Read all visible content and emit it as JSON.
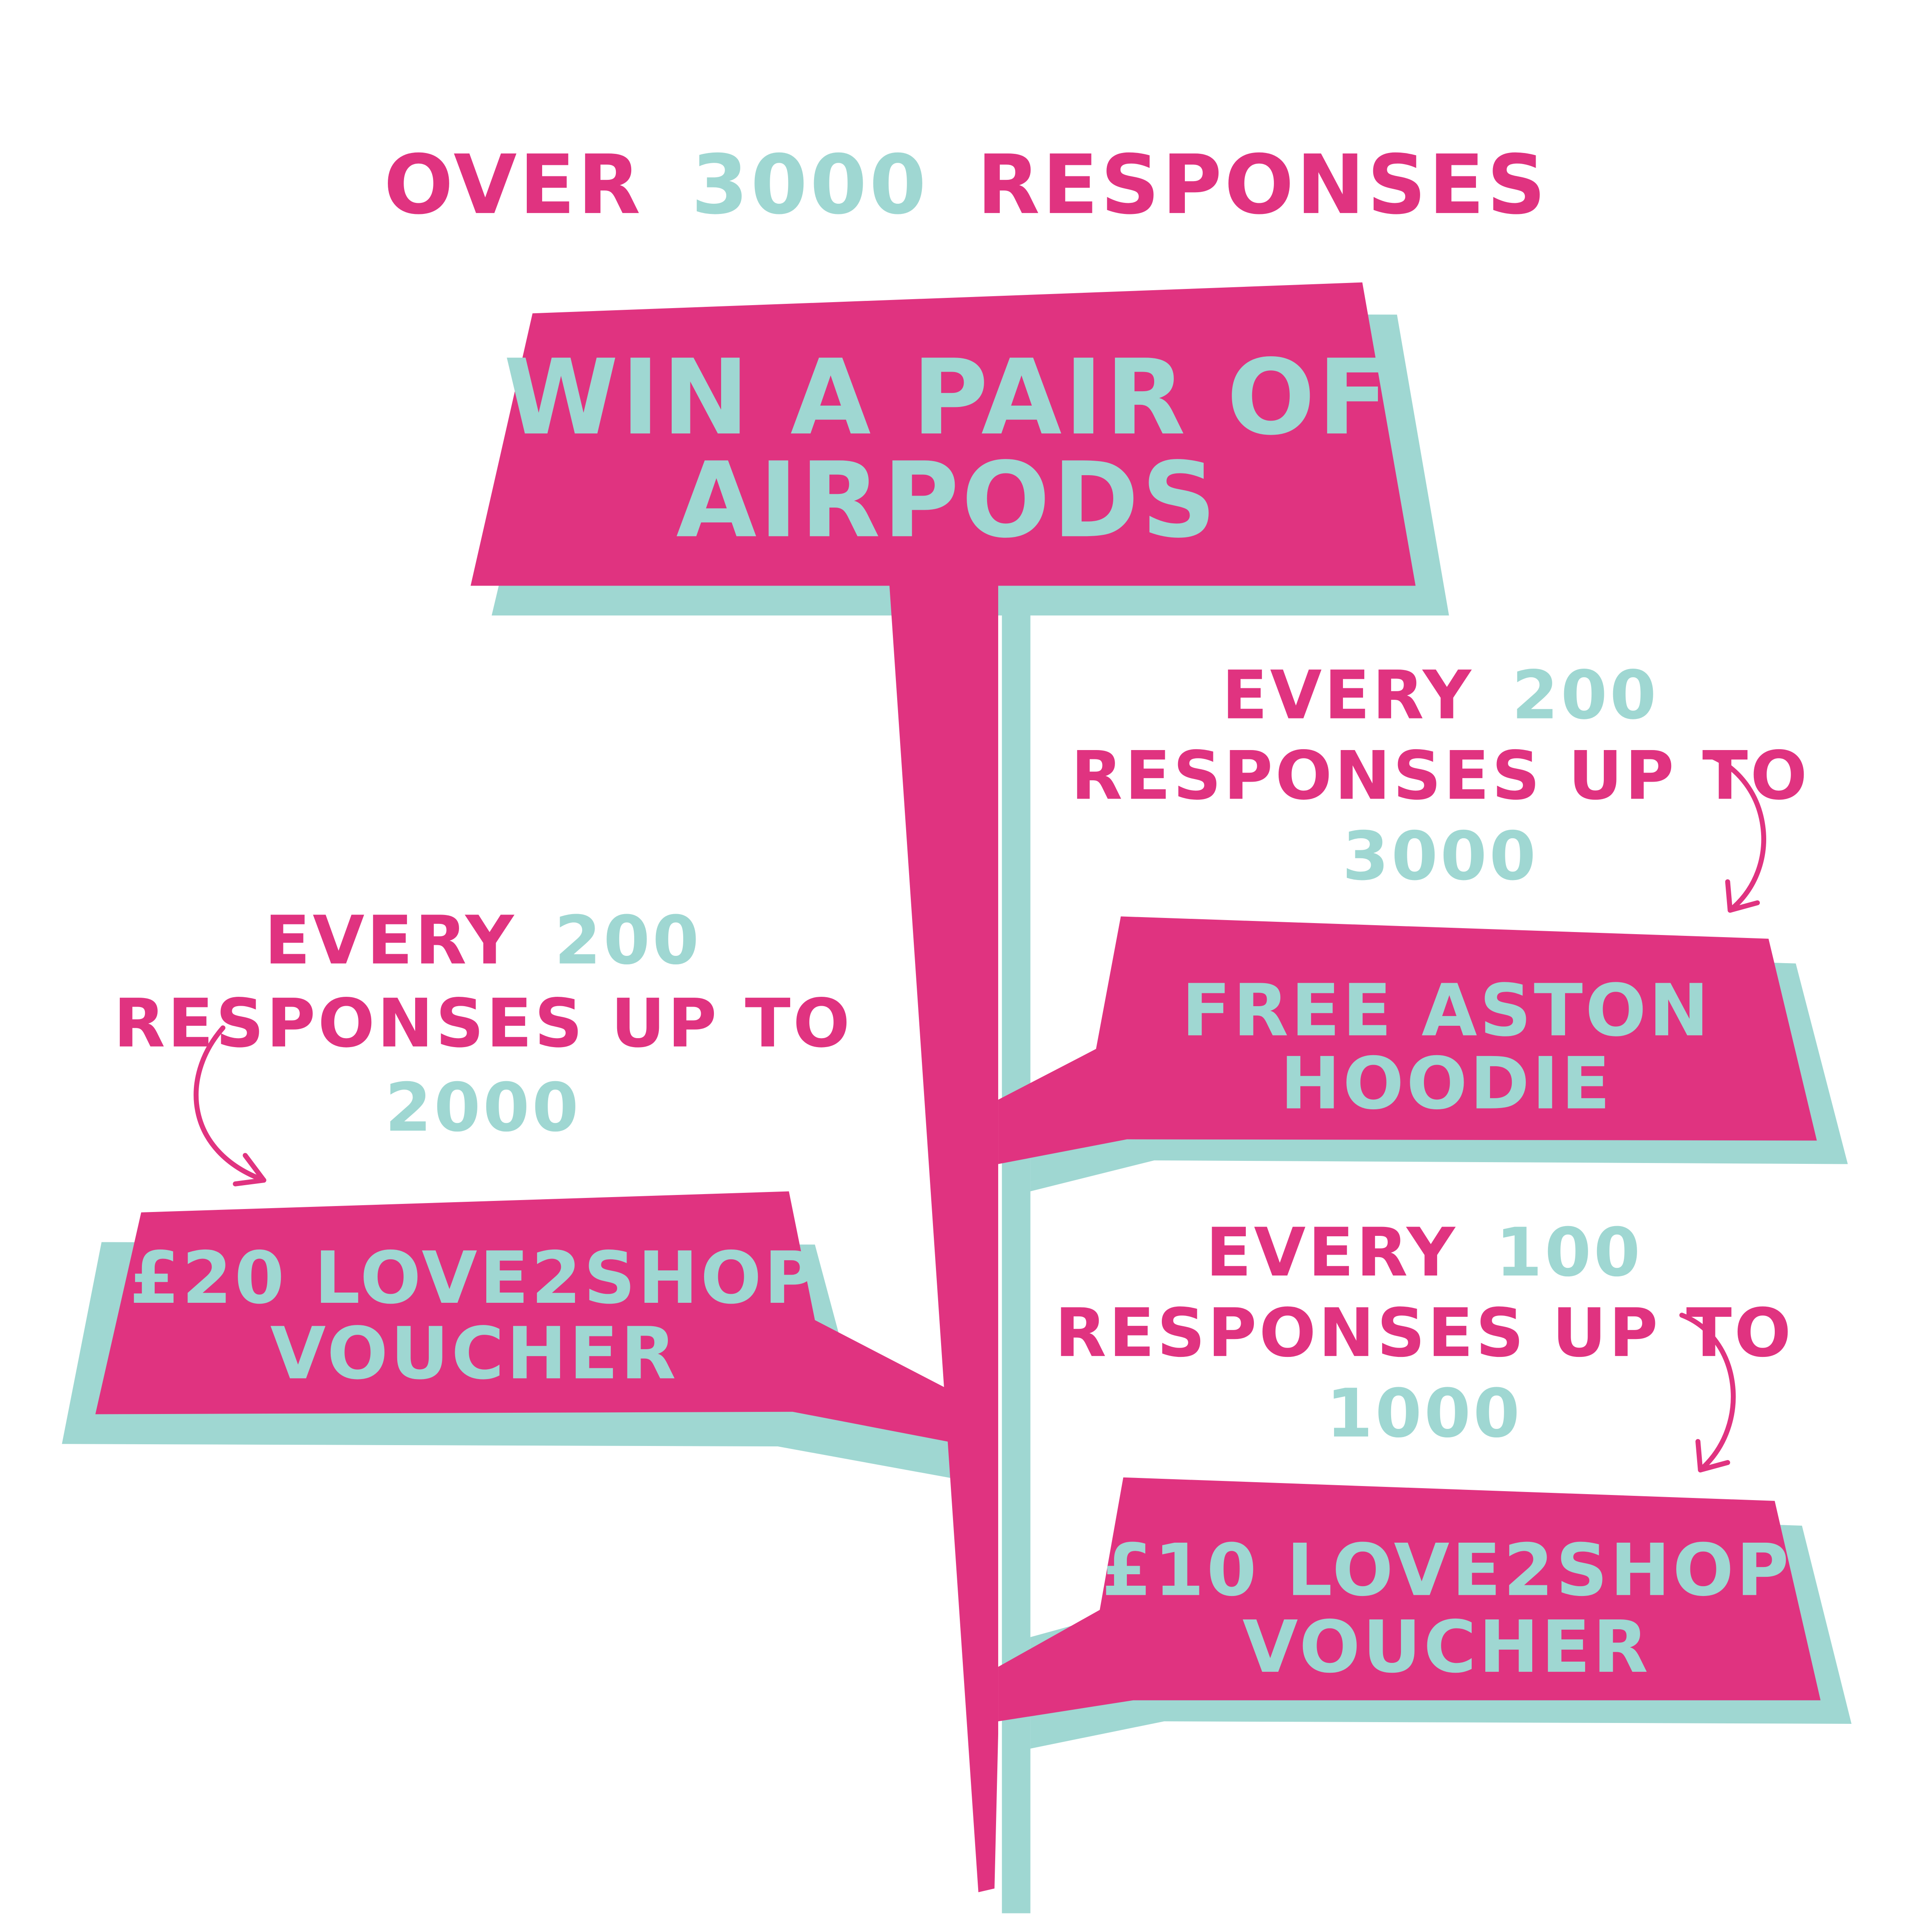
{
  "colors": {
    "pink": "#e03380",
    "teal": "#9fd7d2",
    "background": "#ffffff"
  },
  "header": {
    "prefix": "OVER",
    "number": "3000",
    "suffix": "RESPONSES"
  },
  "main_sign": {
    "line1": "WIN A PAIR OF",
    "line2": "AIRPODS"
  },
  "signs": {
    "hoodie": {
      "line1": "FREE ASTON",
      "line2": "HOODIE",
      "caption": {
        "line1_prefix": "EVERY",
        "line1_number": "200",
        "line2": "RESPONSES UP TO",
        "line3_number": "3000"
      }
    },
    "voucher20": {
      "line1": "£20 LOVE2SHOP",
      "line2": "VOUCHER",
      "caption": {
        "line1_prefix": "EVERY",
        "line1_number": "200",
        "line2": "RESPONSES UP TO",
        "line3_number": "2000"
      }
    },
    "voucher10": {
      "line1": "£10 LOVE2SHOP",
      "line2": "VOUCHER",
      "caption": {
        "line1_prefix": "EVERY",
        "line1_number": "100",
        "line2": "RESPONSES UP TO",
        "line3_number": "1000"
      }
    }
  }
}
